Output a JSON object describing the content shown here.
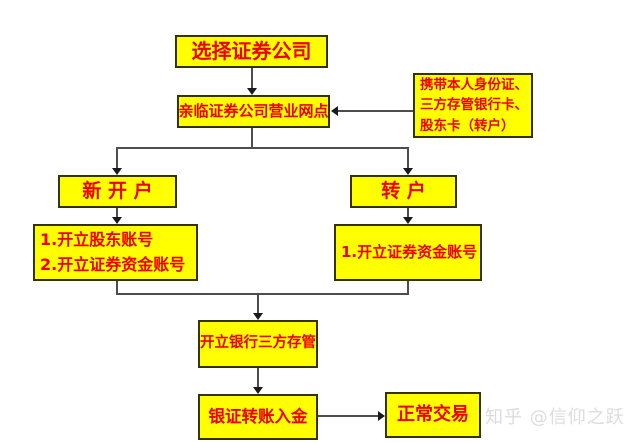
{
  "colors": {
    "box_fill": "#ffff00",
    "box_border": "#333300",
    "text_red": "#ee0000",
    "connector_line": "#4d4d4d",
    "watermark_gray": "#dcdcdc"
  },
  "watermark": {
    "text": "知乎 @信仰之跃"
  },
  "nodes": {
    "select": {
      "label": "选择证券公司"
    },
    "visit": {
      "label": "亲临证券公司营业网点"
    },
    "bring": {
      "line1": "携带本人身份证、",
      "line2": "三方存管银行卡、",
      "line3": "股东卡（转户）"
    },
    "new_account": {
      "label": "新 开 户"
    },
    "transfer": {
      "label": "转  户"
    },
    "new_steps": {
      "line1": "1.开立股东账号",
      "line2": "2.开立证券资金账号"
    },
    "transfer_steps": {
      "line1": "1.开立证券资金账号"
    },
    "depository": {
      "label": "开立银行三方存管"
    },
    "deposit": {
      "label": "银证转账入金"
    },
    "trade": {
      "label": "正常交易"
    }
  }
}
